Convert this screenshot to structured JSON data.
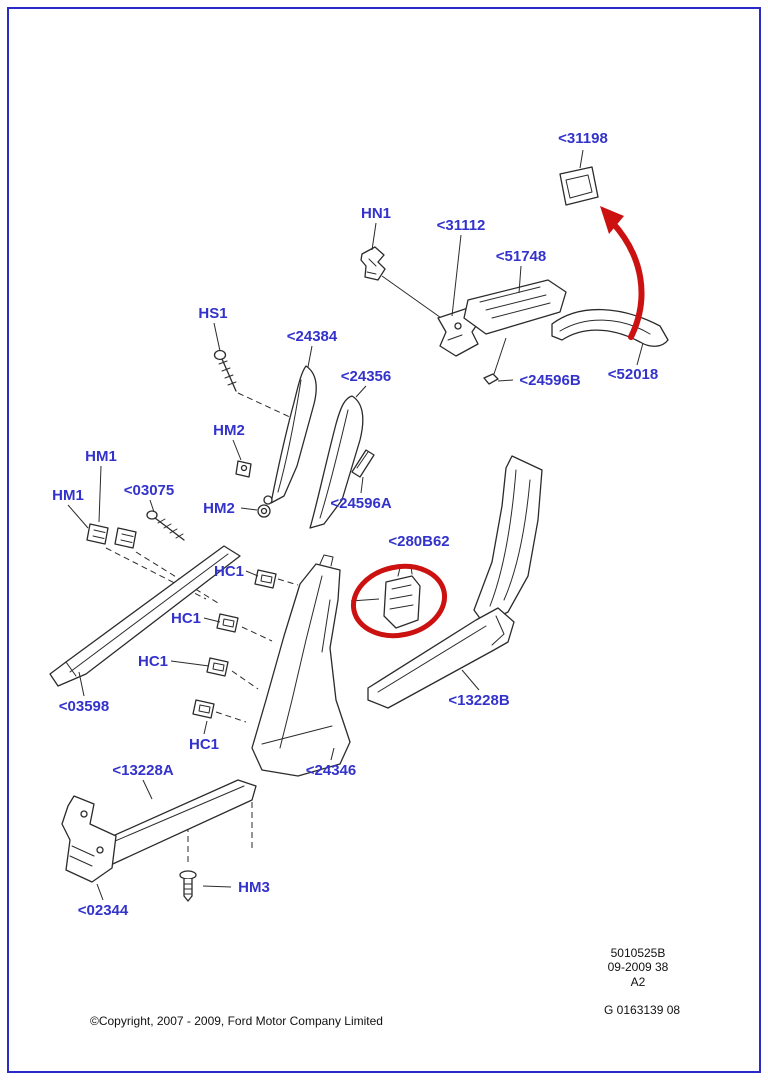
{
  "page": {
    "background": "#ffffff",
    "frame_color": "#2a2ac8",
    "label_color": "#3333cc",
    "line_color": "#2b2b2b",
    "highlight_color": "#cc1111"
  },
  "labels": [
    {
      "id": "31198",
      "text": "<31198"
    },
    {
      "id": "hn1",
      "text": "HN1"
    },
    {
      "id": "31112",
      "text": "<31112"
    },
    {
      "id": "51748",
      "text": "<51748"
    },
    {
      "id": "hs1",
      "text": "HS1"
    },
    {
      "id": "24384",
      "text": "<24384"
    },
    {
      "id": "24356",
      "text": "<24356"
    },
    {
      "id": "24596b",
      "text": "<24596B"
    },
    {
      "id": "52018",
      "text": "<52018"
    },
    {
      "id": "hm2-a",
      "text": "HM2"
    },
    {
      "id": "hm1-a",
      "text": "HM1"
    },
    {
      "id": "03075",
      "text": "<03075"
    },
    {
      "id": "hm1-b",
      "text": "HM1"
    },
    {
      "id": "hm2-b",
      "text": "HM2"
    },
    {
      "id": "24596a",
      "text": "<24596A"
    },
    {
      "id": "280b62",
      "text": "<280B62"
    },
    {
      "id": "hc1-a",
      "text": "HC1"
    },
    {
      "id": "hc1-b",
      "text": "HC1"
    },
    {
      "id": "hc1-c",
      "text": "HC1"
    },
    {
      "id": "03598",
      "text": "<03598"
    },
    {
      "id": "13228b",
      "text": "<13228B"
    },
    {
      "id": "hc1-d",
      "text": "HC1"
    },
    {
      "id": "13228a",
      "text": "<13228A"
    },
    {
      "id": "24346",
      "text": "<24346"
    },
    {
      "id": "hm3",
      "text": "HM3"
    },
    {
      "id": "02344",
      "text": "<02344"
    }
  ],
  "footer": {
    "doc_id": "5010525B",
    "date_line": "09-2009 38",
    "sheet": "A2",
    "ref": "G 0163139 08",
    "copyright": "©Copyright, 2007 - 2009, Ford Motor Company Limited"
  }
}
